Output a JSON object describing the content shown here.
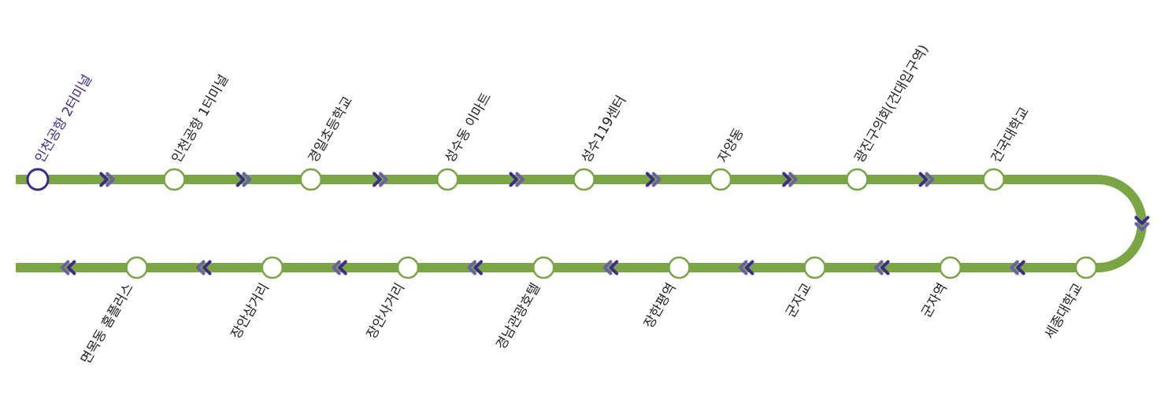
{
  "colors": {
    "line": "#79a544",
    "station_fill": "#ffffff",
    "station_stroke": "#79a544",
    "current_station_stroke": "#3d2a8c",
    "current_label": "#3d2a8c",
    "arrow_dark": "#3d2a8c",
    "arrow_light": "#6b5fa8",
    "label": "#222222"
  },
  "route": {
    "current_station": "인천공항 2터미널",
    "outbound_stations": [
      "인천공항 2터미널",
      "인천공항 1터미널",
      "경일초등학교",
      "성수동 이마트",
      "성수119센터",
      "자양동",
      "광진구의회(건대입구역)",
      "건국대학교"
    ],
    "return_stations": [
      "세종대학교",
      "군자역",
      "군자교",
      "장한평역",
      "경남관광호텔",
      "장안사거리",
      "장안삼거리",
      "면목동 홈플러스"
    ]
  }
}
